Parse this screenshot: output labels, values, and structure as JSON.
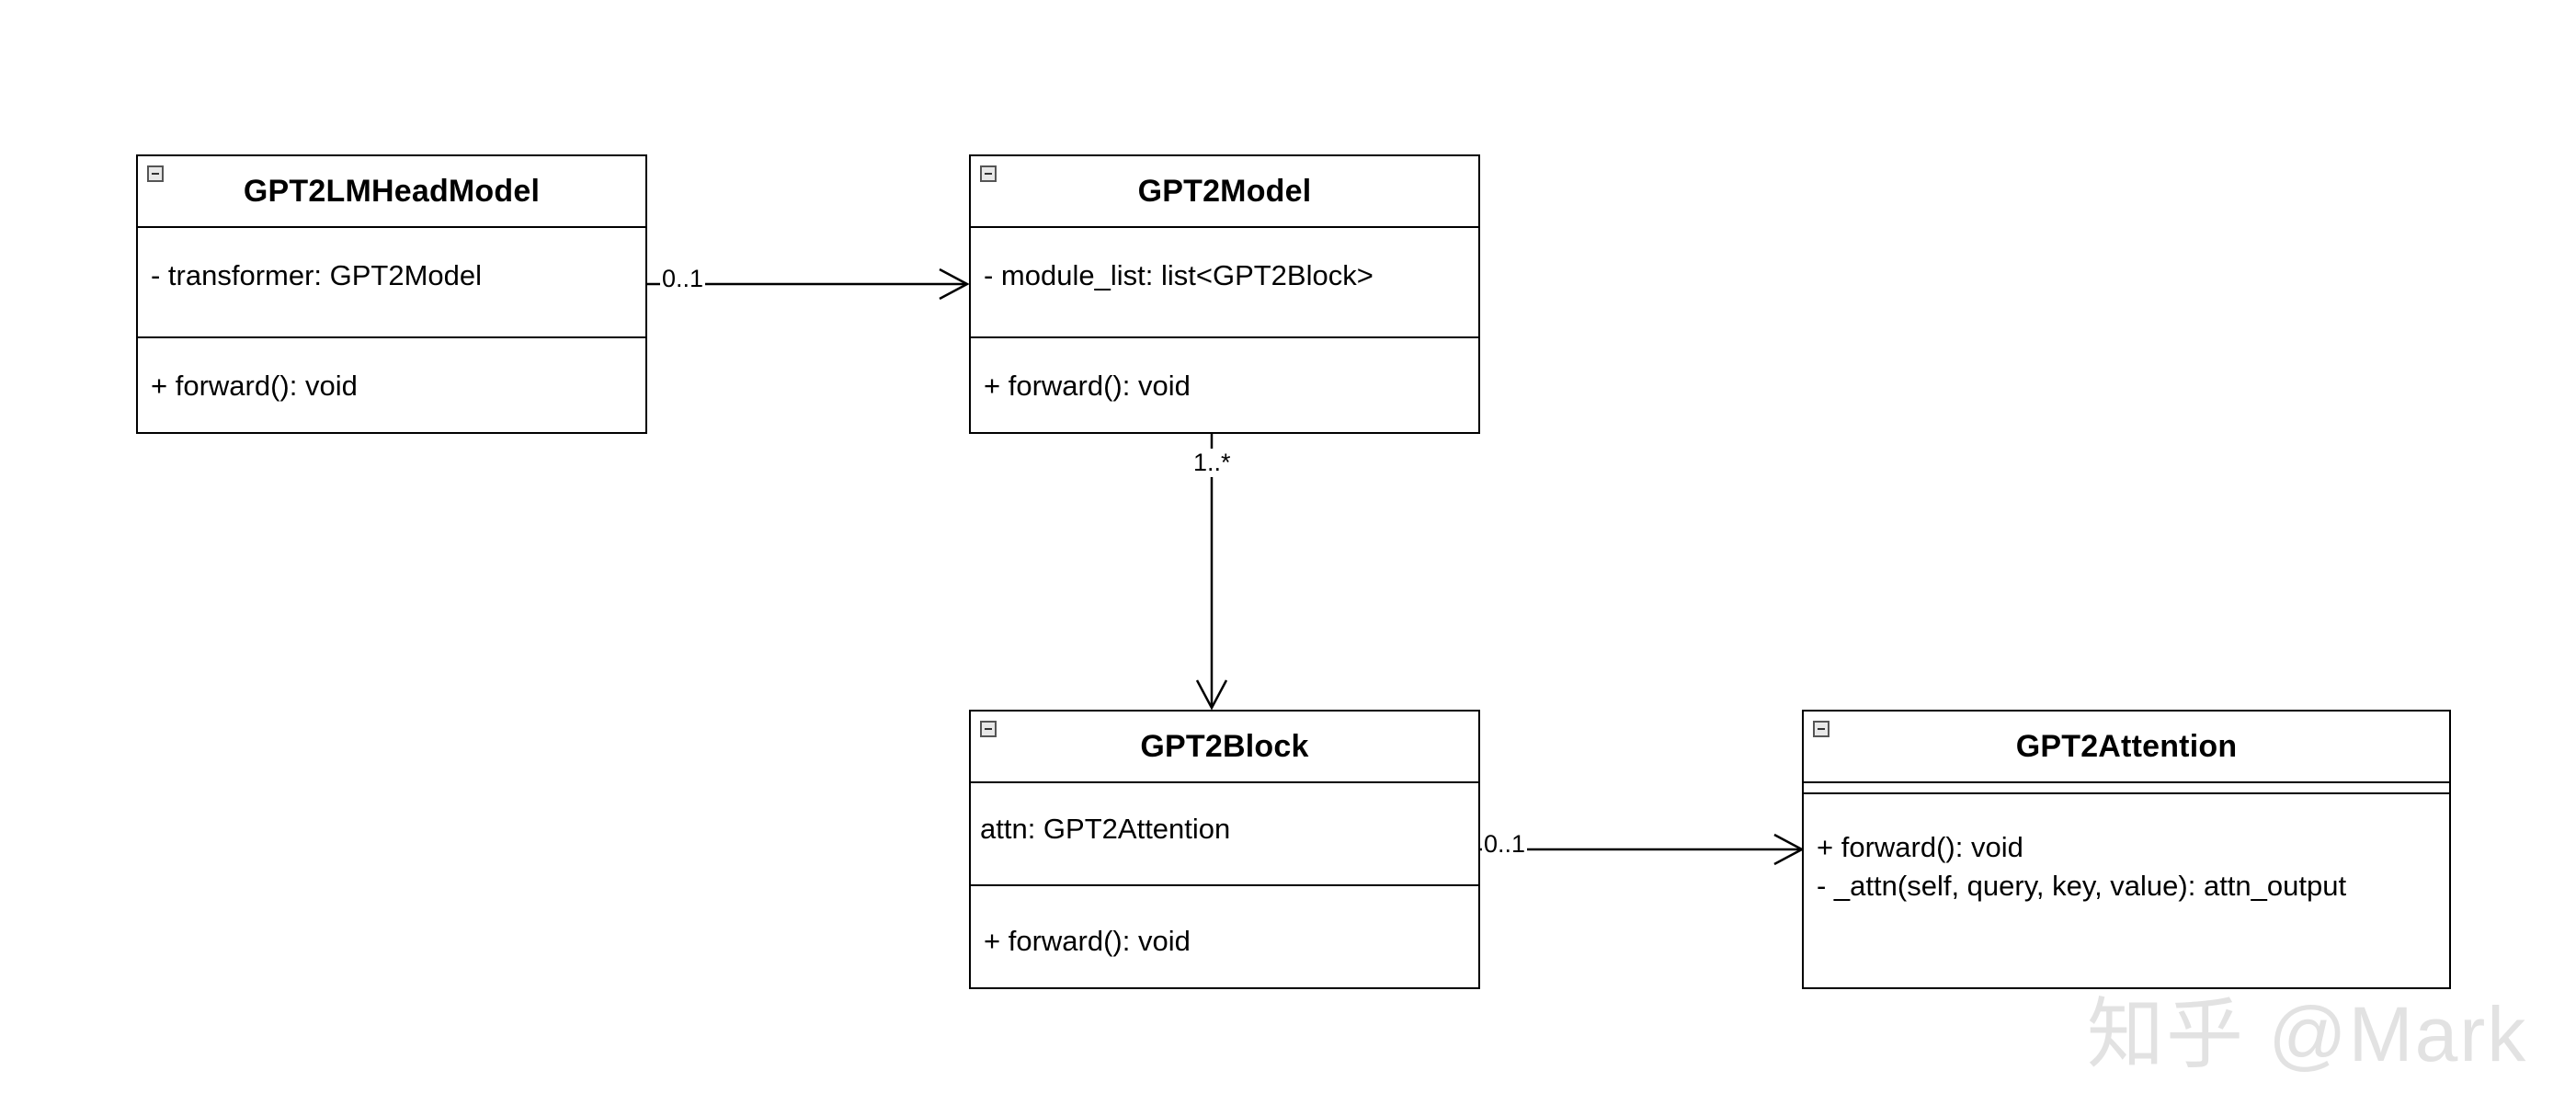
{
  "classes": {
    "lmhead": {
      "name": "GPT2LMHeadModel",
      "attributes": [
        "- transformer: GPT2Model"
      ],
      "operations": [
        "+ forward(): void"
      ]
    },
    "model": {
      "name": "GPT2Model",
      "attributes": [
        "- module_list: list<GPT2Block>"
      ],
      "operations": [
        "+ forward(): void"
      ]
    },
    "block": {
      "name": "GPT2Block",
      "attributes": [
        "attn: GPT2Attention"
      ],
      "operations": [
        "+ forward(): void"
      ]
    },
    "attention": {
      "name": "GPT2Attention",
      "attributes": [],
      "operations": [
        "+ forward(): void",
        "- _attn(self, query, key, value):  attn_output"
      ]
    }
  },
  "associations": [
    {
      "from": "GPT2LMHeadModel",
      "to": "GPT2Model",
      "multiplicity": "0..1"
    },
    {
      "from": "GPT2Model",
      "to": "GPT2Block",
      "multiplicity": "1..*"
    },
    {
      "from": "GPT2Block",
      "to": "GPT2Attention",
      "multiplicity": "0..1"
    }
  ],
  "watermark": "知乎 @Mark"
}
